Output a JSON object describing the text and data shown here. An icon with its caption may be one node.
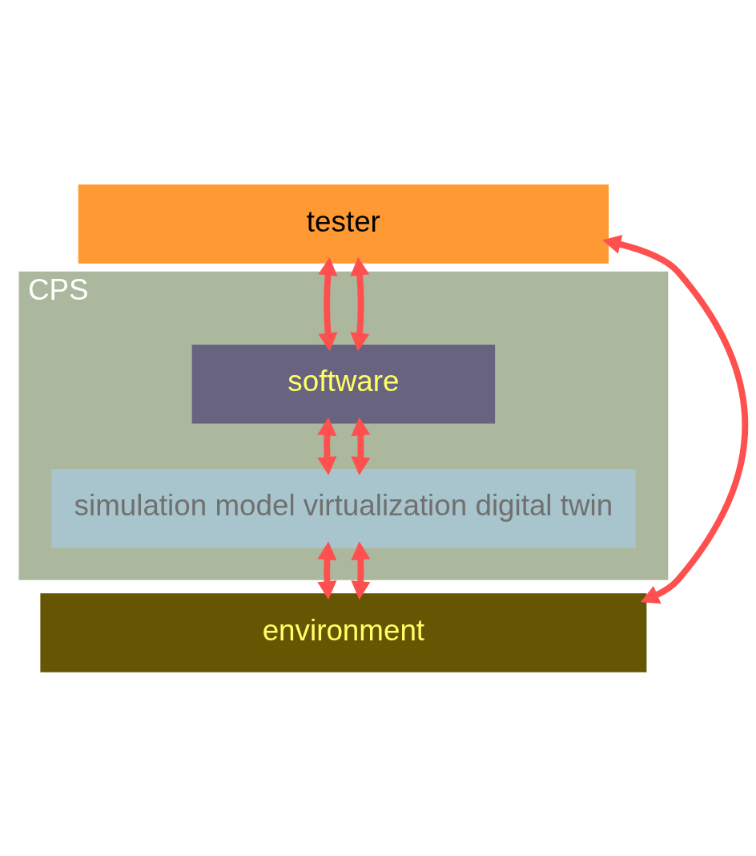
{
  "diagram": {
    "nodes": [
      {
        "text": [
          "tester"
        ]
      },
      {
        "text": [
          "CPS"
        ]
      },
      {
        "text": [
          "software"
        ],
        "in": 1
      },
      {
        "text": [
          "simulation model virtualization digital twin"
        ],
        "in": 1
      },
      {
        "text": [
          "environment"
        ]
      }
    ],
    "edges": [
      {
        "from": 0,
        "to": 2,
        "arrow": "both"
      },
      {
        "from": 0,
        "to": 2,
        "arrow": "both"
      },
      {
        "from": 0,
        "to": 4,
        "arrow": "both"
      },
      {
        "from": 2,
        "to": 3,
        "arrow": "both"
      },
      {
        "from": 2,
        "to": 3,
        "arrow": "both"
      },
      {
        "from": 3,
        "to": 4,
        "arrow": "both"
      },
      {
        "from": 3,
        "to": 4,
        "arrow": "both"
      }
    ]
  }
}
